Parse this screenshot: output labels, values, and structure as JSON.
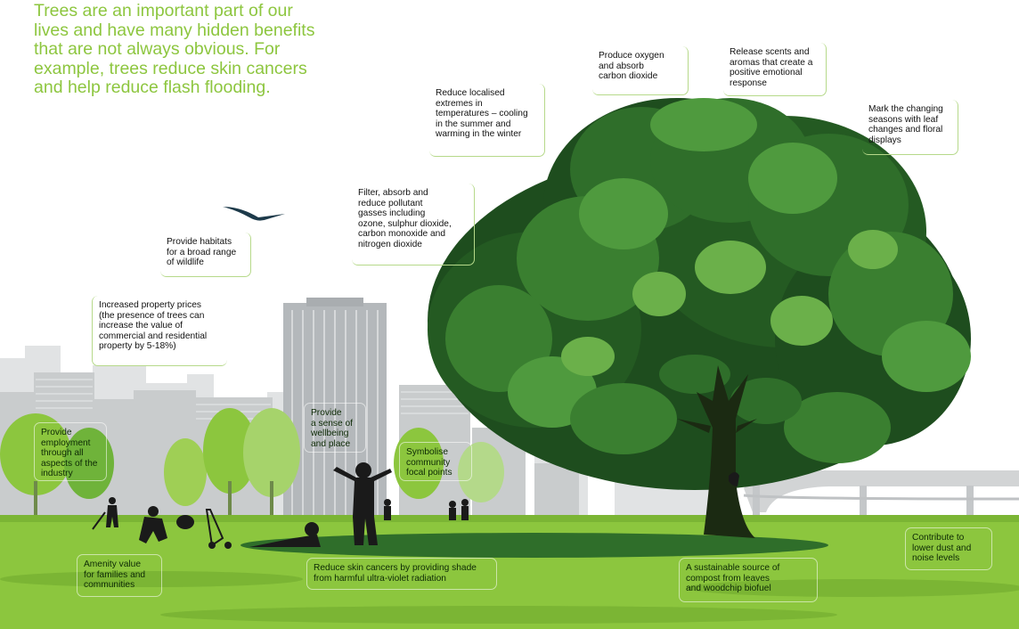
{
  "intro": "Trees are an important part of our lives and have many hidden benefits that are not always obvious. For example, trees reduce skin cancers and help reduce flash flooding.",
  "callouts": {
    "oxygen": "Produce oxygen\nand absorb\ncarbon dioxide",
    "scents": "Release scents and\naromas that create a\npositive emotional\nresponse",
    "temperature": "Reduce localised\nextremes in\ntemperatures – cooling\nin the summer and\nwarming in the winter",
    "seasons": "Mark the changing\nseasons with leaf\nchanges and floral\ndisplays",
    "pollutants": "Filter, absorb and\nreduce pollutant\ngasses including\nozone, sulphur dioxide,\ncarbon monoxide and\nnitrogen dioxide",
    "habitats": "Provide habitats\nfor a broad range\nof wildlife",
    "property": "Increased property prices\n(the presence of trees can\nincrease the value of\ncommercial and residential\nproperty by 5-18%)",
    "employment": "Provide\nemployment\nthrough all\naspects of the\nindustry",
    "wellbeing": "Provide\na sense of\nwellbeing\nand place",
    "community": "Symbolise\ncommunity\nfocal points",
    "amenity": "Amenity value\nfor families and\ncommunities",
    "skin": "Reduce skin cancers by providing shade\nfrom harmful ultra-violet radiation",
    "compost": "A sustainable source of\ncompost from leaves\nand woodchip biofuel",
    "dust": "Contribute to\nlower dust and\nnoise levels"
  },
  "colors": {
    "accent": "#8dc63f",
    "grass": "#8cc63e",
    "grass_dark": "#6da830",
    "canopy_dark": "#1e4d1e",
    "canopy_mid": "#2f6e2a",
    "canopy_light": "#4f9a3e",
    "city_light": "#dcdedf",
    "city_mid": "#c3c6c8",
    "building": "#b8bcbf",
    "silhouette": "#1a1a1a",
    "callout_border": "#b6d98a"
  }
}
